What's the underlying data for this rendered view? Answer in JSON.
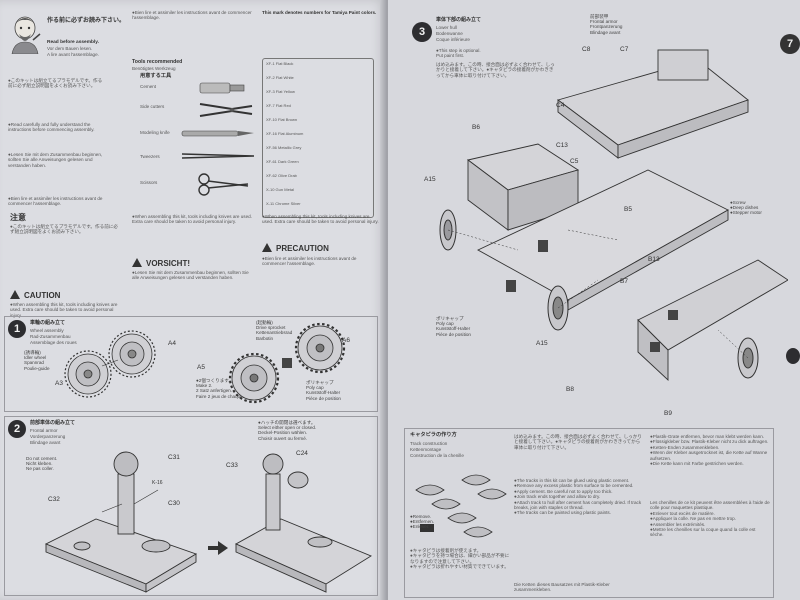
{
  "left_page": {
    "header_jp": "作る前に必ずお読み下さい。",
    "header_en": "Read before assembly.",
    "header_de": "Vor dem Bauen lesen.",
    "header_fr": "A lire avant l'assemblage.",
    "intro_jp": "●このキットは組立てるプラモデルです。作る前に必ず組立説明図をよくお読み下さい。",
    "intro_en": "●Read carefully and fully understand the instructions before commencing assembly.",
    "intro_de": "●Lesen Sie mit dem Zusammenbau beginnen, sollten Sie alle Anweisungen gelesen und verstanden haben.",
    "intro_fr": "●Bien lire et assimiler les instructions avant de commencer l'assemblage.",
    "tools_title_jp": "用意する工具",
    "tools_title_en": "Tools recommended",
    "tools_title_de": "Benötigtes Werkzeug",
    "tools_title_fr": "Outillage nécessaire",
    "tools": [
      "Cement",
      "Side cutters",
      "Modeling knife",
      "Tweezers",
      "Scissors"
    ],
    "paints_title_en": "This mark denotes numbers for Tamiya Paint colors.",
    "paints": [
      "XF-1 Flat Black",
      "XF-2 Flat White",
      "XF-3 Flat Yellow",
      "XF-7 Flat Red",
      "XF-10 Flat Brown",
      "XF-16 Flat Aluminum",
      "XF-56 Metallic Grey",
      "XF-61 Dark Green",
      "XF-62 Olive Drab",
      "X-10 Gun Metal",
      "X-11 Chrome Silver"
    ],
    "caution_title": "CAUTION",
    "caution_jp_title": "注意",
    "vorsicht_title": "VORSICHT!",
    "precaution_title": "PRECAUTION",
    "caution_en": "●When assembling this kit, tools including knives are used. Extra care should be taken to avoid personal injury.",
    "step1_title_jp": "車輪の組み立て",
    "step1_title_en": "Wheel assembly",
    "step1_title_de": "Rad-Zusammenbau",
    "step1_title_fr": "Assemblage des roues",
    "step1_idler": "(誘導輪)\nIdler wheel\nSpannrad\nPoulie-guide",
    "step1_drive": "(起動輪)\nDrive sprocket\nKettenantriebsrad\nBarbotin",
    "step1_note": "●2個つくります。\nMake 2.\n2 Satz anfertigen.\nFaire 2 jeux de chaque.",
    "step1_polycap": "ポリキャップ\nPoly cap\nKunststoff-Halter\nPièce de position",
    "step1_labels": [
      "A3",
      "A4",
      "A5",
      "A6"
    ],
    "step2_title_jp": "前部車体の組み立て",
    "step2_title_en": "Frontal armor",
    "step2_title_de": "Vorderpanzerung",
    "step2_title_fr": "Blindage avant",
    "step2_nocement": "Do not cement.\nNicht kleben.\nNe pas coller.",
    "step2_labels": [
      "C31",
      "C32",
      "C30",
      "C33",
      "C24",
      "K-16"
    ],
    "step2_note": "●ハッチの開閉は選べます。\nSelect either open or closed.\nDeckel-Position wählen.\nChoisir ouvert ou fermé."
  },
  "right_page": {
    "step3_title_jp": "車体下部の組み立て",
    "step3_title_en": "Lower hull",
    "step3_title_de": "Bodenwanne",
    "step3_title_fr": "Coque inférieure",
    "step3_note": "●This step is optional.\nPut paint first.",
    "step3_labels": [
      "C8",
      "C7",
      "C4",
      "C13",
      "C5",
      "B6",
      "A15",
      "B5",
      "B13",
      "B7",
      "A15",
      "B8",
      "B9"
    ],
    "step3_polycap": "ポリキャップ\nPoly cap\nKunststoff-Halter\nPièce de position",
    "step3_side": "前部装甲\nFrontal armor\nFrontpanzerung\nBlindage avant",
    "step3_side2": "●Screw\n●Deep dishes\n●Stepper motor",
    "track_title_jp": "キャタピラの作り方",
    "track_title_en": "Track construction",
    "track_title_de": "Kettenmontage",
    "track_title_fr": "Construction de la chenille",
    "track_jp": "はめ込みます。この時、接合面は必ずよく合わせて、しっかりと接着して下さい。●キャタピラの接着剤がかわききってから車体に取り付けて下さい。",
    "track_en": "●The tracks in this kit can be glued using plastic cement.\n●Remove any excess plastic from surface to be cemented.\n●Apply cement. Be careful not to apply too thick.\n●Join track ends together and allow to dry.\n●Attach track to hull after cement has completely dried. If track breaks, join with staples or thread.\n●The tracks can be painted using plastic paints.",
    "track_jp2": "●キャタピラは接着剤が使えます。\n●キャタピラを持つ場合は、細かい部品が不要になりますので注意して下さい。\n●キャタピラは折れやすい材質でできています。",
    "track_de": "●Plastik-Grate entfernen, bevor man klebt werden kann.\n●Flüssigkleber bzw. Plastik-Kleber nicht zu dick auftragen.\n●Ketten-Enden zusammenkleben.\n●Wenn der Kleber ausgetrocknet ist, die Kette auf Wanne aufsetzen.\n●Die Kette kann mit Farbe gestrichen werden.",
    "track_fr": "Les chenilles de ce kit peuvent être assemblées à l'aide de colle pour maquettes plastique.\n●Enlever tout excès de matière.\n●Appliquer la colle. Ne pas en mettre trop.\n●Assembler les extrémités.\n●Mettre les chenilles sur la coque quand la colle est sèche.",
    "track_de_bottom": "Die Ketten dieses Bausatzes mit Plastik-Kleber zusammenkleben.",
    "track_labels": "●Remove.\n●Entfernen.\n●Enlever.",
    "page_edge_num": "7"
  }
}
